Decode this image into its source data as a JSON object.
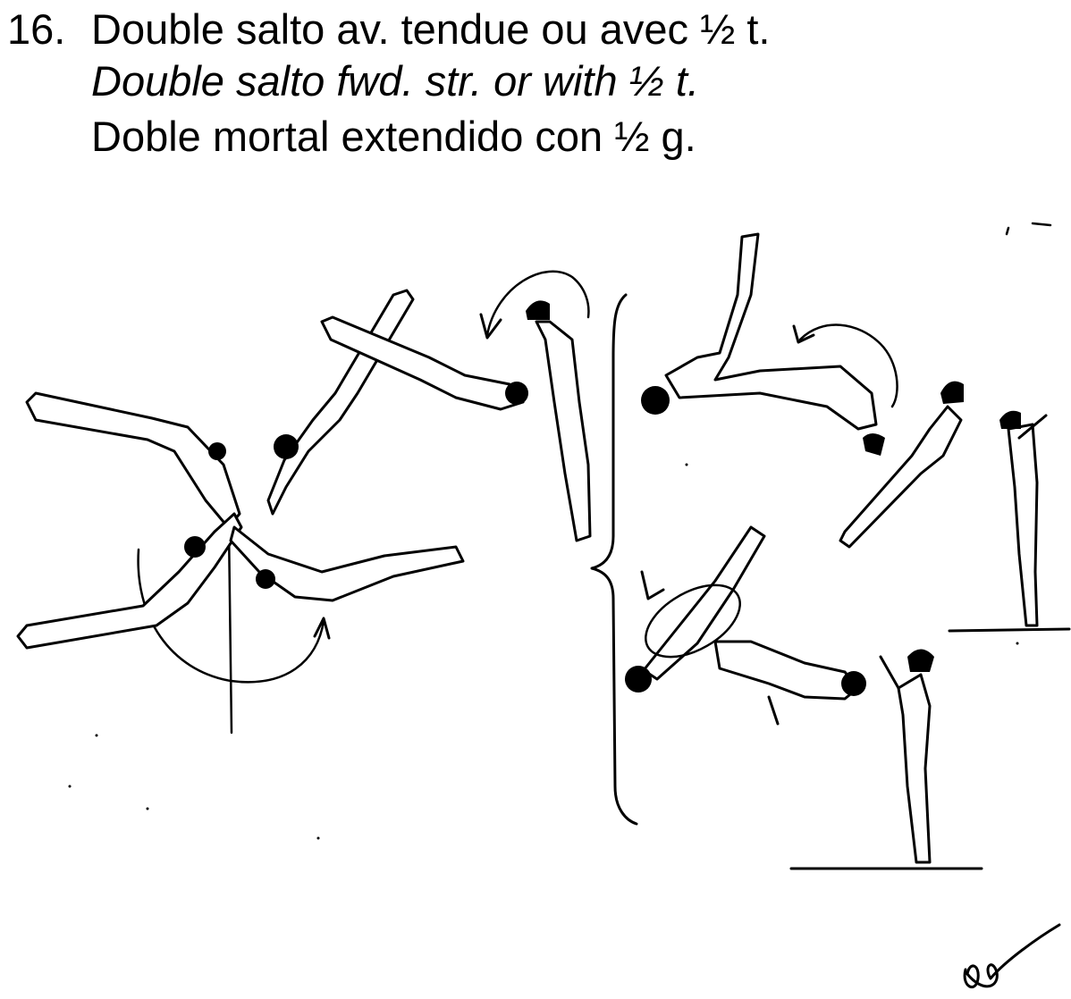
{
  "element": {
    "number": "16.",
    "name_fr": "Double salto av. tendue ou avec ½ t.",
    "name_en": "Double salto fwd. str. or with ½ t.",
    "name_es": "Doble mortal extendido con ½ g."
  },
  "figure": {
    "left_sequence": "double-salto-forward-stretched",
    "right_sequence_top": "double-salto-with-half-turn",
    "right_sequence_bottom": "double-salto-with-half-turn-alt",
    "signature": "handwritten-initials"
  }
}
